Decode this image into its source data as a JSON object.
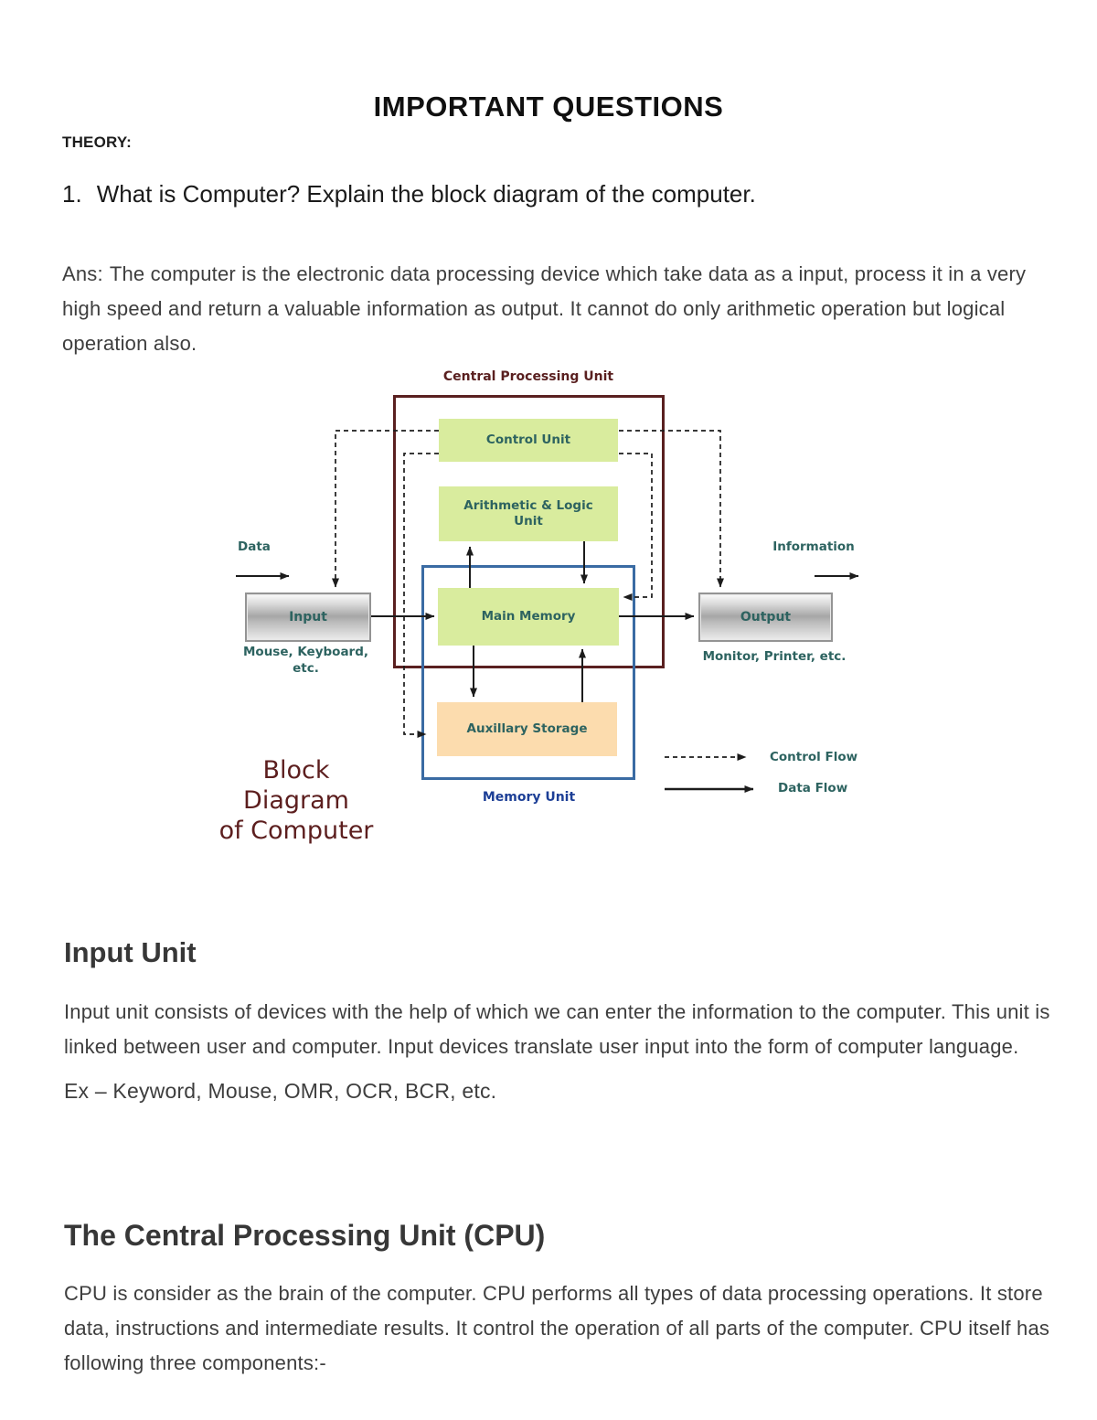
{
  "page": {
    "title": "IMPORTANT QUESTIONS",
    "section_label": "THEORY:",
    "question_number": "1.",
    "question": "What is Computer? Explain the block diagram of the computer.",
    "answer_prefix": "Ans:",
    "answer": "The computer is the electronic data processing device which take data as a input, process it in a very high speed and return a valuable information as output. It cannot do only arithmetic operation but logical operation also."
  },
  "diagram": {
    "cpu_label": "Central Processing Unit",
    "boxes": {
      "control_unit": "Control Unit",
      "alu": "Arithmetic & Logic\nUnit",
      "main_memory": "Main Memory",
      "aux_storage": "Auxillary Storage",
      "input": "Input",
      "output": "Output"
    },
    "labels": {
      "data": "Data",
      "information": "Information",
      "input_devices": "Mouse, Keyboard,\netc.",
      "output_devices": "Monitor, Printer, etc.",
      "caption": "Block Diagram\nof Computer",
      "memory_unit": "Memory Unit",
      "control_flow": "Control Flow",
      "data_flow": "Data Flow"
    },
    "colors": {
      "cpu_outline": "#5a2020",
      "memory_outline": "#3a6ba3",
      "green_fill": "#d9ec9e",
      "peach_fill": "#fcdcae",
      "teal_text": "#2d6360",
      "navy_text": "#1d3f96",
      "arrow": "#1c1c1c"
    }
  },
  "sections": [
    {
      "heading": "Input Unit",
      "body": "Input unit consists of devices with the help of which we can enter the information to the computer. This unit is linked between user and computer. Input devices translate user input into the form of computer language.",
      "example": "Ex – Keyword, Mouse, OMR, OCR, BCR, etc."
    },
    {
      "heading": "The Central Processing Unit (CPU)",
      "body": "CPU is consider as the brain of the computer. CPU performs all types of data processing operations. It store data, instructions and intermediate results. It control the operation of all parts of the computer. CPU itself has following three components:-"
    }
  ]
}
